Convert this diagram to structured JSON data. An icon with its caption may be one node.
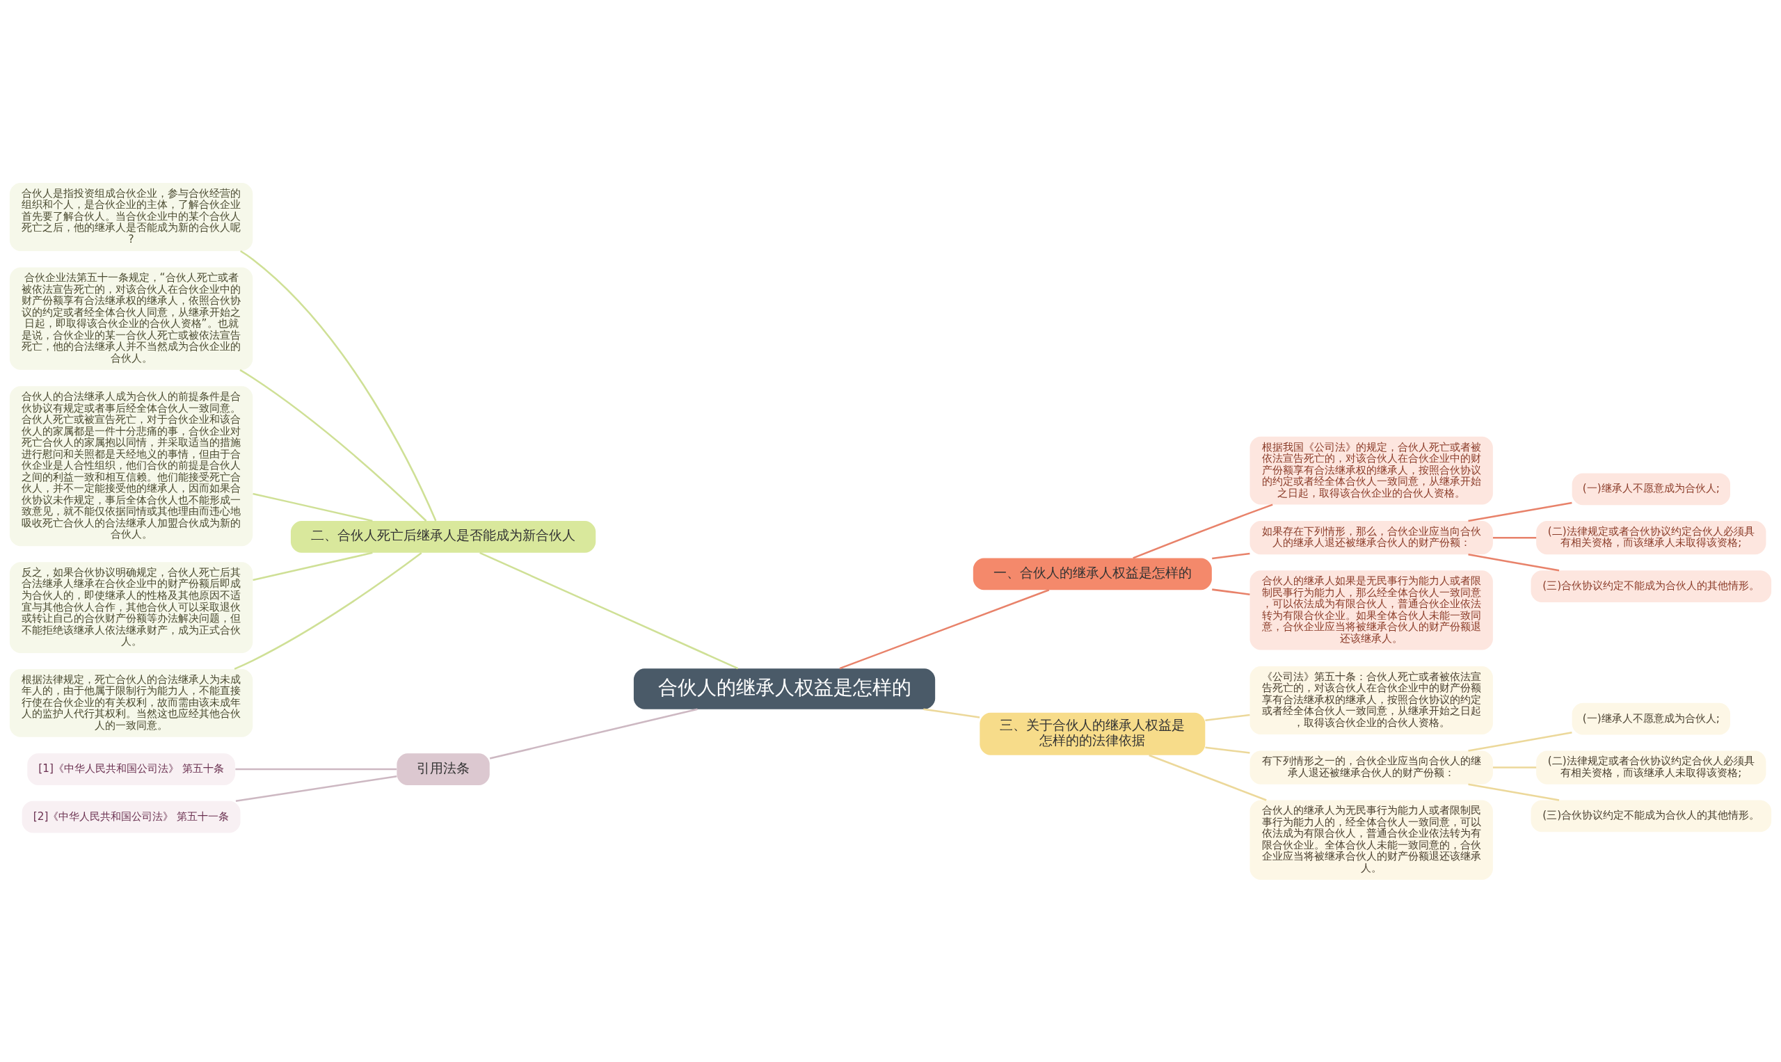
{
  "diagram": {
    "nodes": [
      {
        "text": [
          "合伙人的继承人权益是怎样的"
        ]
      },
      {
        "text": [
          "一、合伙人的继承人权益是怎样的"
        ]
      },
      {
        "text": [
          "根据我国《公司法》的规定，合伙人死亡或者被依法宣告死亡的，对该合伙人在合伙企业中的财产份额享有合法继承权的继承人，按照合伙协议的约定或者经全体合伙人一致同意，从继承开始之日起，取得该合伙企业的合伙人资格。"
        ]
      },
      {
        "text": [
          "如果存在下列情形，那么，合伙企业应当向合伙人的继承人退还被继承合伙人的财产份额："
        ]
      },
      {
        "text": [
          "(一)继承人不愿意成为合伙人;"
        ]
      },
      {
        "text": [
          "(二)法律规定或者合伙协议约定合伙人必须具有相关资格，而该继承人未取得该资格;"
        ]
      },
      {
        "text": [
          "(三)合伙协议约定不能成为合伙人的其他情形。"
        ]
      },
      {
        "text": [
          "合伙人的继承人如果是无民事行为能力人或者限制民事行为能力人，那么经全体合伙人一致同意，可以依法成为有限合伙人，普通合伙企业依法转为有限合伙企业。如果全体合伙人未能一致同意，合伙企业应当将被继承合伙人的财产份额退还该继承人。"
        ]
      },
      {
        "text": [
          "二、合伙人死亡后继承人是否能成为新合伙人"
        ]
      },
      {
        "text": [
          "合伙人是指投资组成合伙企业，参与合伙经营的组织和个人，是合伙企业的主体，了解合伙企业首先要了解合伙人。当合伙企业中的某个合伙人死亡之后，他的继承人是否能成为新的合伙人呢?"
        ]
      },
      {
        "text": [
          "合伙企业法第五十一条规定，“合伙人死亡或者被依法宣告死亡的，对该合伙人在合伙企业中的财产份额享有合法继承权的继承人，依照合伙协议的约定或者经全体合伙人同意，从继承开始之日起，即取得该合伙企业的合伙人资格”。也就是说，合伙企业的某一合伙人死亡或被依法宣告死亡，他的合法继承人并不当然成为合伙企业的合伙人。"
        ]
      },
      {
        "text": [
          "合伙人的合法继承人成为合伙人的前提条件是合伙协议有规定或者事后经全体合伙人一致同意。合伙人死亡或被宣告死亡，对于合伙企业和该合伙人的家属都是一件十分悲痛的事，合伙企业对死亡合伙人的家属抱以同情，并采取适当的措施进行慰问和关照都是天经地义的事情，但由于合伙企业是人合性组织，他们合伙的前提是合伙人之间的利益一致和相互信赖。他们能接受死亡合伙人，并不一定能接受他的继承人，因而如果合伙协议未作规定，事后全体合伙人也不能形成一致意见，就不能仅依据同情或其他理由而违心地吸收死亡合伙人的合法继承人加盟合伙成为新的合伙人。"
        ]
      },
      {
        "text": [
          "反之，如果合伙协议明确规定，合伙人死亡后其合法继承人继承在合伙企业中的财产份额后即成为合伙人的，即使继承人的性格及其他原因不适宜与其他合伙人合作，其他合伙人可以采取退伙或转让自己的合伙财产份额等办法解决问题，但不能拒绝该继承人依法继承财产，成为正式合伙人。"
        ]
      },
      {
        "text": [
          "根据法律规定，死亡合伙人的合法继承人为未成年人的，由于他属于限制行为能力人，不能直接行使在合伙企业的有关权利，故而需由该未成年人的监护人代行其权利。当然这也应经其他合伙人的一致同意。"
        ]
      },
      {
        "text": [
          "三、关于合伙人的继承人权益是怎样的的法律依据"
        ]
      },
      {
        "text": [
          "《公司法》第五十条：合伙人死亡或者被依法宣告死亡的，对该合伙人在合伙企业中的财产份额享有合法继承权的继承人，按照合伙协议的约定或者经全体合伙人一致同意，从继承开始之日起，取得该合伙企业的合伙人资格。"
        ]
      },
      {
        "text": [
          "有下列情形之一的，合伙企业应当向合伙人的继承人退还被继承合伙人的财产份额："
        ]
      },
      {
        "text": [
          "(一)继承人不愿意成为合伙人;"
        ]
      },
      {
        "text": [
          "(二)法律规定或者合伙协议约定合伙人必须具有相关资格，而该继承人未取得该资格;"
        ]
      },
      {
        "text": [
          "(三)合伙协议约定不能成为合伙人的其他情形。"
        ]
      },
      {
        "text": [
          "合伙人的继承人为无民事行为能力人或者限制民事行为能力人的，经全体合伙人一致同意，可以依法成为有限合伙人，普通合伙企业依法转为有限合伙企业。全体合伙人未能一致同意的，合伙企业应当将被继承合伙人的财产份额退还该继承人。"
        ]
      },
      {
        "text": [
          "引用法条"
        ]
      },
      {
        "text": [
          "[1]《中华人民共和国公司法》 第五十条"
        ]
      },
      {
        "text": [
          "[2]《中华人民共和国公司法》 第五十一条"
        ]
      }
    ],
    "edges": [
      {
        "from": 0,
        "to": 1,
        "arrow": "none",
        "color": "#e8826a"
      },
      {
        "from": 1,
        "to": 2,
        "arrow": "none",
        "color": "#e8826a"
      },
      {
        "from": 1,
        "to": 3,
        "arrow": "none",
        "color": "#e8826a"
      },
      {
        "from": 3,
        "to": 4,
        "arrow": "none",
        "color": "#e8826a"
      },
      {
        "from": 3,
        "to": 5,
        "arrow": "none",
        "color": "#e8826a"
      },
      {
        "from": 3,
        "to": 6,
        "arrow": "none",
        "color": "#e8826a"
      },
      {
        "from": 1,
        "to": 7,
        "arrow": "none",
        "color": "#e8826a"
      },
      {
        "from": 0,
        "to": 8,
        "arrow": "none",
        "color": "#cfe096"
      },
      {
        "from": 8,
        "to": 9,
        "arrow": "none",
        "color": "#cfe096"
      },
      {
        "from": 8,
        "to": 10,
        "arrow": "none",
        "color": "#cfe096"
      },
      {
        "from": 8,
        "to": 11,
        "arrow": "none",
        "color": "#cfe096"
      },
      {
        "from": 8,
        "to": 12,
        "arrow": "none",
        "color": "#cfe096"
      },
      {
        "from": 8,
        "to": 13,
        "arrow": "none",
        "color": "#cfe096"
      },
      {
        "from": 0,
        "to": 14,
        "arrow": "none",
        "color": "#ecd89a"
      },
      {
        "from": 14,
        "to": 15,
        "arrow": "none",
        "color": "#ecd89a"
      },
      {
        "from": 14,
        "to": 16,
        "arrow": "none",
        "color": "#ecd89a"
      },
      {
        "from": 16,
        "to": 17,
        "arrow": "none",
        "color": "#ecd89a"
      },
      {
        "from": 16,
        "to": 18,
        "arrow": "none",
        "color": "#ecd89a"
      },
      {
        "from": 16,
        "to": 19,
        "arrow": "none",
        "color": "#ecd89a"
      },
      {
        "from": 14,
        "to": 20,
        "arrow": "none",
        "color": "#ecd89a"
      },
      {
        "from": 0,
        "to": 21,
        "arrow": "none",
        "color": "#cdb8c2"
      },
      {
        "from": 21,
        "to": 22,
        "arrow": "none",
        "color": "#cdb8c2"
      },
      {
        "from": 21,
        "to": 23,
        "arrow": "none",
        "color": "#cdb8c2"
      }
    ]
  }
}
